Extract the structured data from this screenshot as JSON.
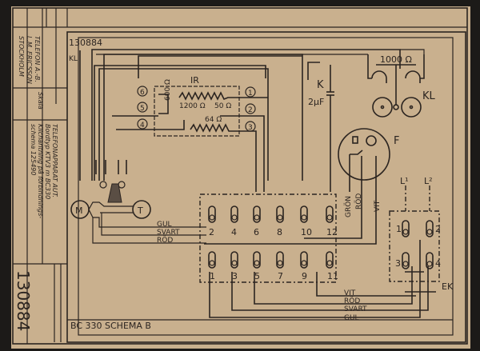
{
  "document": {
    "drawing_number_top": "130884",
    "drawing_number_big": "130884",
    "kl_margin": "KL",
    "title_block": {
      "company_lines": [
        "TELEFON A.-B.",
        "L.M. ERICSSON",
        "STOCKHOLM"
      ],
      "skala_label": "Skala",
      "description_lines": [
        "TELEFONAPPARAT AUT.",
        "Bordtyp     KTV3 m BC330",
        "Kilcharitning på förbindnings-",
        "schema 125490"
      ]
    },
    "caption": "BC 330 SCHEMA B"
  },
  "components": {
    "induction_coil": {
      "label": "IR",
      "resistances": [
        "1200 Ω",
        "50 Ω",
        "64 Ω",
        "600 Ω"
      ],
      "terminals": [
        "1",
        "2",
        "3",
        "4",
        "5",
        "6"
      ]
    },
    "capacitor": {
      "label": "K",
      "value": "2μF"
    },
    "bell": {
      "label": "KL",
      "resistance": "1000 Ω"
    },
    "dial": {
      "label": "F"
    },
    "microphone": {
      "label": "M"
    },
    "receiver": {
      "label": "T"
    },
    "line_terminals": {
      "labels": [
        "L¹",
        "L²"
      ],
      "numbers": [
        "1",
        "2",
        "3",
        "4"
      ],
      "earth": "EK"
    },
    "terminal_strip": {
      "top": [
        "2",
        "4",
        "6",
        "8",
        "10",
        "12"
      ],
      "bottom": [
        "1",
        "3",
        "5",
        "7",
        "9",
        "11"
      ]
    }
  },
  "wires": {
    "cord_left": [
      "GUL",
      "SVART",
      "RÖD"
    ],
    "dial_wires": [
      "GRÖN",
      "RÖD",
      "VIT"
    ],
    "cord_bottom": [
      "VIT",
      "RÖD",
      "SVART",
      "GUL"
    ]
  },
  "colors": {
    "paper": "#c9b08e",
    "ink": "#2b2420",
    "background": "#1c1a18"
  }
}
